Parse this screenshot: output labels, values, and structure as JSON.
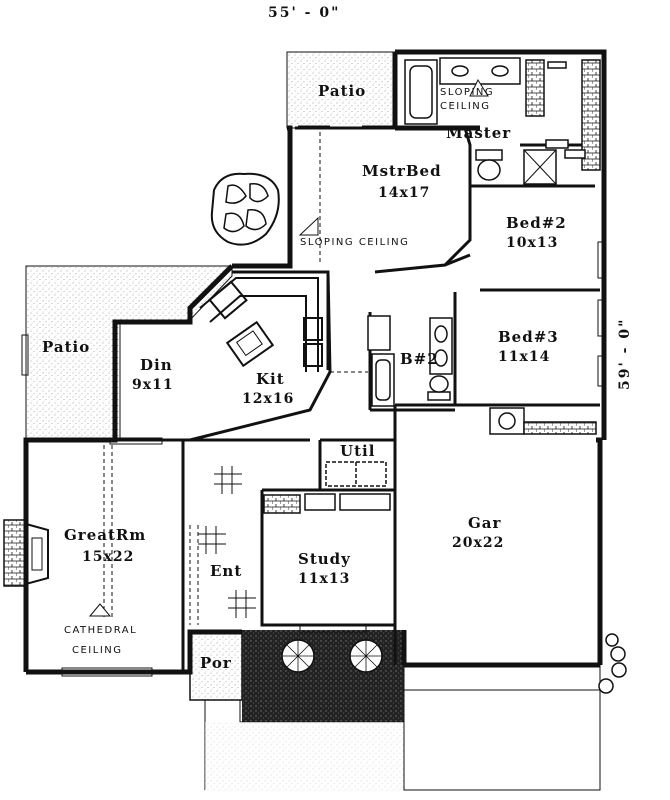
{
  "dimensions": {
    "width": "55' - 0\"",
    "depth": "59' - 0\""
  },
  "rooms": {
    "patio_top": {
      "name": "Patio"
    },
    "master_bath": {
      "name": "Master",
      "note": "SLOPING CEILING"
    },
    "master_bed": {
      "name": "MstrBed",
      "size": "14x17",
      "note": "SLOPING CEILING"
    },
    "bed2": {
      "name": "Bed#2",
      "size": "10x13"
    },
    "bed3": {
      "name": "Bed#3",
      "size": "11x14"
    },
    "bath2": {
      "name": "B#2"
    },
    "patio_left": {
      "name": "Patio"
    },
    "dining": {
      "name": "Din",
      "size": "9x11"
    },
    "kitchen": {
      "name": "Kit",
      "size": "12x16"
    },
    "utility": {
      "name": "Util"
    },
    "great_room": {
      "name": "GreatRm",
      "size": "15x22",
      "note1": "CATHEDRAL",
      "note2": "CEILING"
    },
    "entry": {
      "name": "Ent"
    },
    "study": {
      "name": "Study",
      "size": "11x13"
    },
    "garage": {
      "name": "Gar",
      "size": "20x22"
    },
    "porch": {
      "name": "Por"
    }
  }
}
